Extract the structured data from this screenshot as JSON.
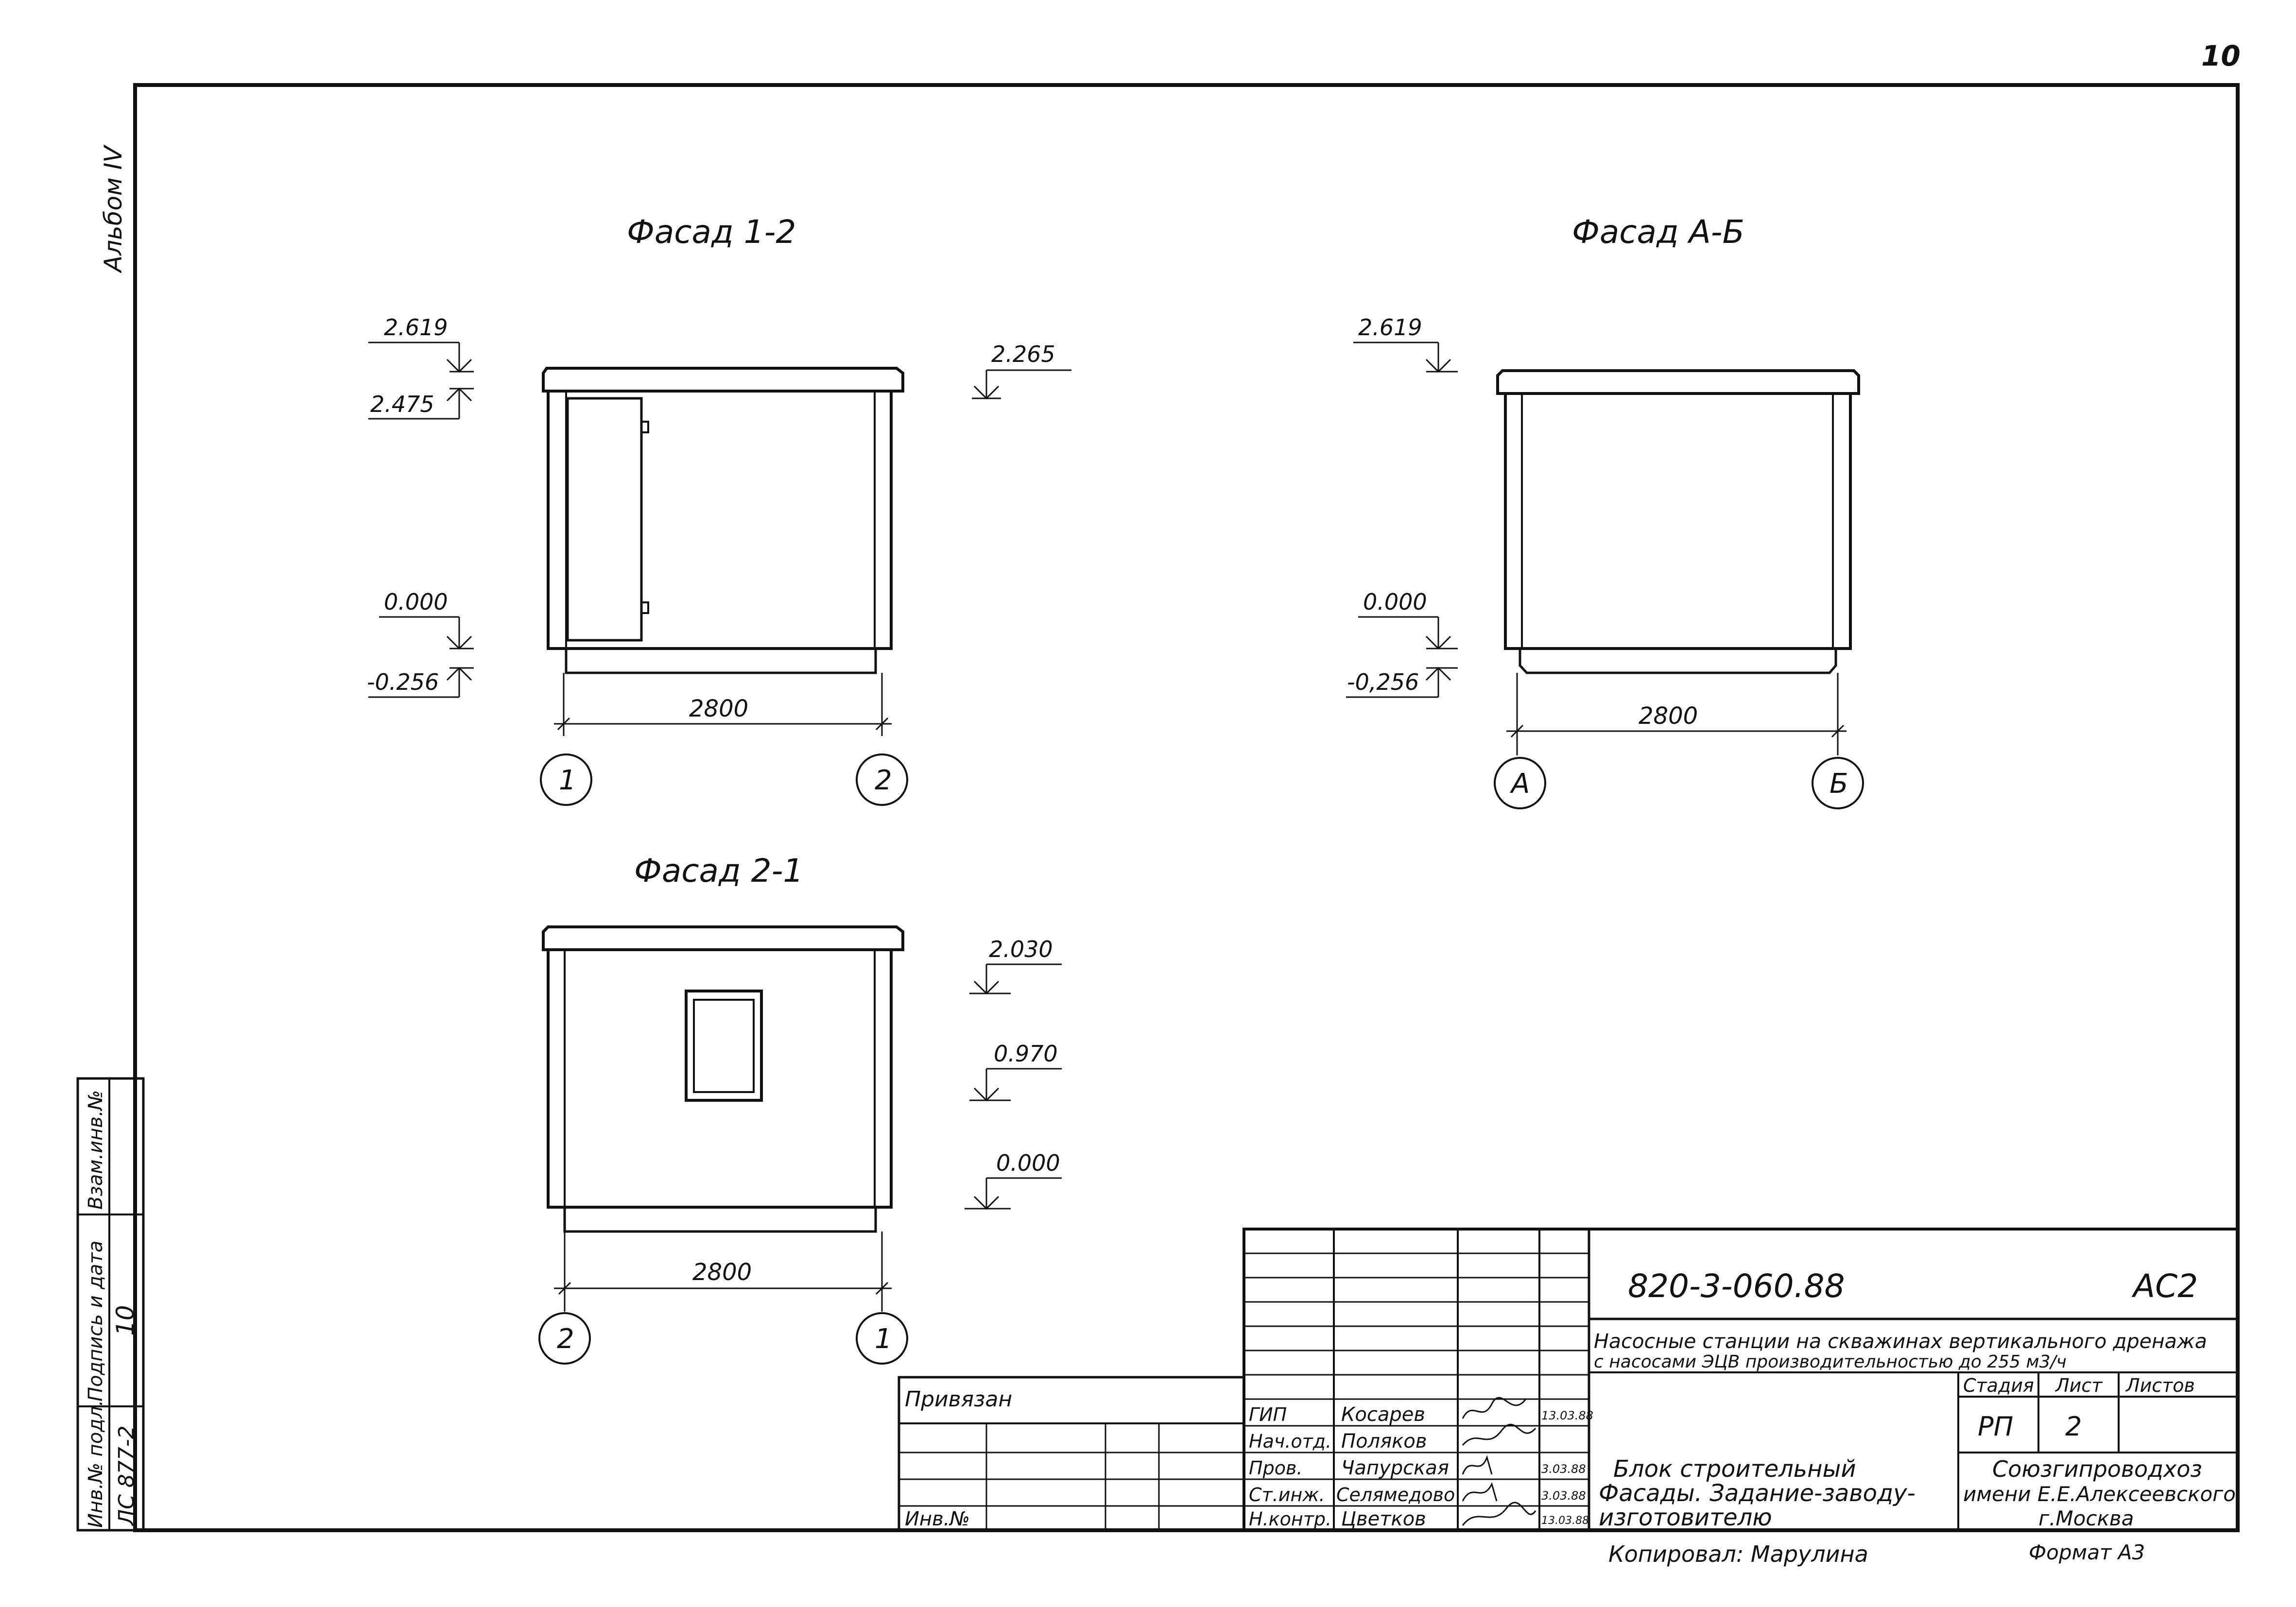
{
  "page_number": "10",
  "album_label": "Альбом IV",
  "views": {
    "facade_12": {
      "title": "Фасад 1-2",
      "levels": [
        "2.619",
        "2.475",
        "0.000",
        "-0.256"
      ],
      "level_right": "2.265",
      "width_dim": "2800",
      "axis_left": "1",
      "axis_right": "2"
    },
    "facade_ab": {
      "title": "Фасад А-Б",
      "levels": [
        "2.619",
        "0.000",
        "-0,256"
      ],
      "width_dim": "2800",
      "axis_left": "А",
      "axis_right": "Б"
    },
    "facade_21": {
      "title": "Фасад 2-1",
      "levels_right": [
        "2.030",
        "0.970",
        "0.000"
      ],
      "width_dim": "2800",
      "axis_left": "2",
      "axis_right": "1"
    }
  },
  "left_stamp": {
    "labels": [
      "Взам.инв.№",
      "Подпись и дата",
      "Инв.№ подл."
    ],
    "values": [
      "",
      "10",
      "ЛС 877-2"
    ]
  },
  "binding_block": {
    "bound_label": "Привязан",
    "inv_label": "Инв.№"
  },
  "title_block": {
    "doc_code": "820-3-060.88",
    "sheet_code": "АС2",
    "project_title_line1": "Насосные станции на скважинах вертикального дренажа",
    "project_title_line2": "с насосами ЭЦВ производительностью до 255 м3/ч",
    "stage_label": "Стадия",
    "sheet_label": "Лист",
    "sheets_label": "Листов",
    "stage_value": "РП",
    "sheet_value": "2",
    "sheets_value": "",
    "drawing_title_line1": "Блок строительный",
    "drawing_title_line2": "Фасады. Задание-заводу-",
    "drawing_title_line3": "изготовителю",
    "org_line1": "Союзгипроводхоз",
    "org_line2": "имени Е.Е.Алексеевского",
    "org_line3": "г.Москва",
    "people": [
      {
        "role": "ГИП",
        "name": "Косарев",
        "date": "13.03.88"
      },
      {
        "role": "Нач.отд.",
        "name": "Поляков",
        "date": ""
      },
      {
        "role": "Пров.",
        "name": "Чапурская",
        "date": "3.03.88"
      },
      {
        "role": "Ст.инж.",
        "name": "Селямедово",
        "date": "3.03.88"
      },
      {
        "role": "Н.контр.",
        "name": "Цветков",
        "date": "13.03.88"
      }
    ]
  },
  "copied_by": "Копировал: Марулина",
  "format": "Формат А3"
}
